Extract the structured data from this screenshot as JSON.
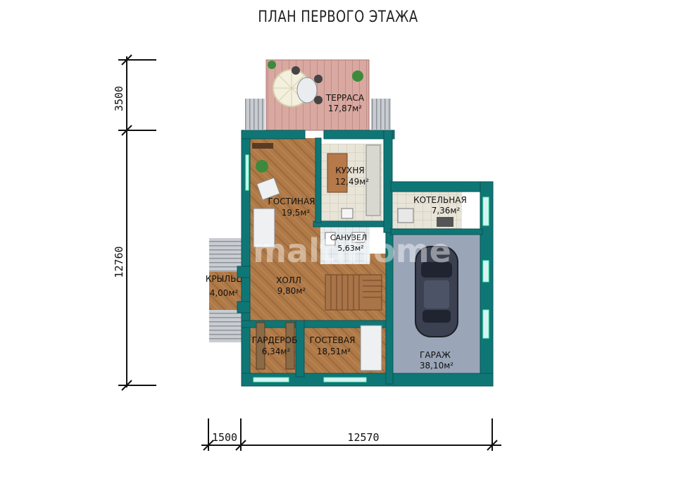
{
  "title": "ПЛАН ПЕРВОГО ЭТАЖА",
  "watermark": "maltiHome",
  "dimensions": {
    "terrace_depth": "3500",
    "main_depth": "12760",
    "porch_width": "1500",
    "main_width": "12570"
  },
  "rooms": {
    "terrace": {
      "name": "ТЕРРАСА",
      "area": "17,87м²"
    },
    "kitchen": {
      "name": "КУХНЯ",
      "area": "12,49м²"
    },
    "living": {
      "name": "ГОСТИНАЯ",
      "area": "19,5м²"
    },
    "boiler": {
      "name": "КОТЕЛЬНАЯ",
      "area": "7,36м²"
    },
    "bathroom": {
      "name": "САНУЗЕЛ",
      "area": "5,63м²"
    },
    "hall": {
      "name": "ХОЛЛ",
      "area": "9,80м²"
    },
    "porch": {
      "name": "КРЫЛЬЦО",
      "area": "4,00м²"
    },
    "wardrobe": {
      "name": "ГАРДЕРОБ",
      "area": "6,34м²"
    },
    "guest": {
      "name": "ГОСТЕВАЯ",
      "area": "18,51м²"
    },
    "garage": {
      "name": "ГАРАЖ",
      "area": "38,10м²"
    }
  },
  "colors": {
    "wall": "#0f7676",
    "wood": "#b07a48",
    "garage_floor": "#9aa6b8",
    "terrace_deck": "#d9a8a0"
  }
}
